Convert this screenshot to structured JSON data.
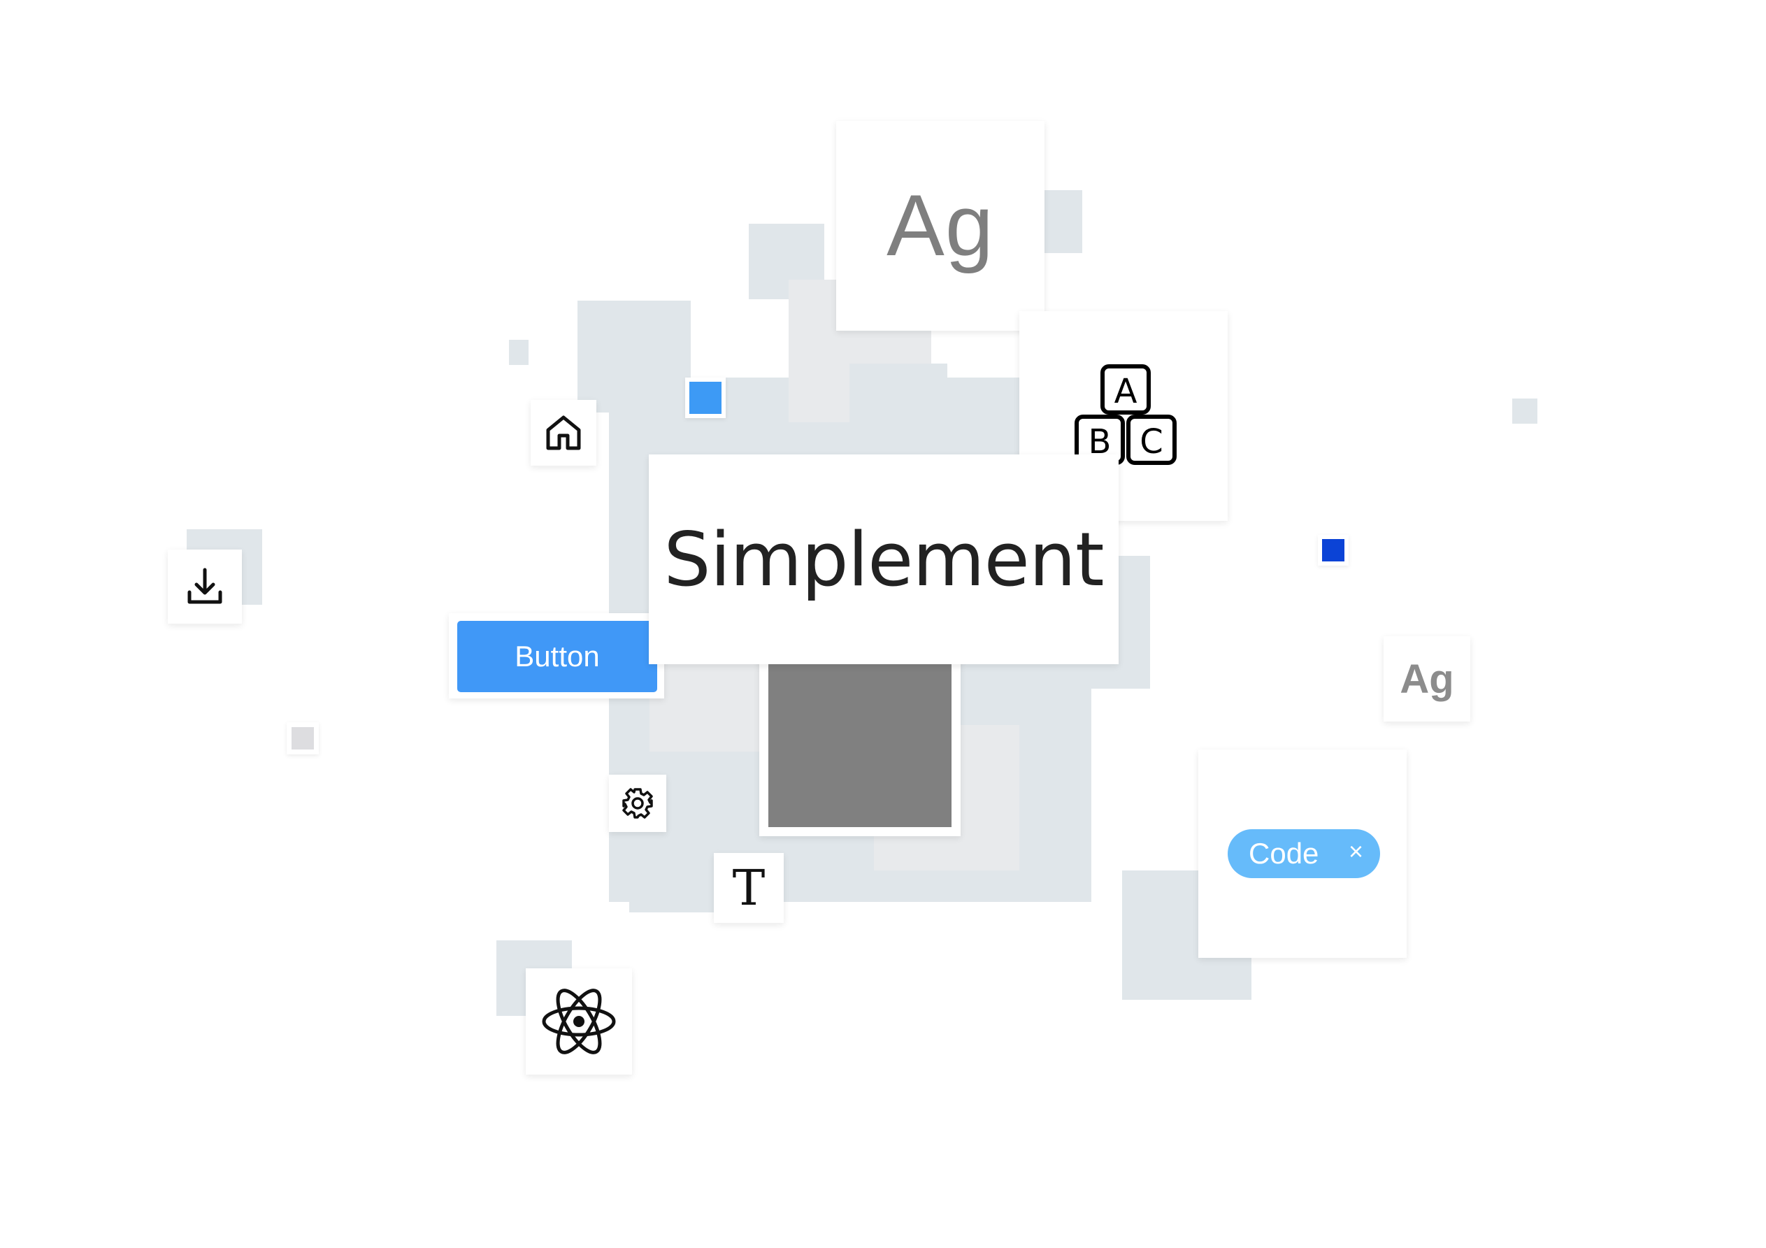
{
  "labels": {
    "ag_large": "Ag",
    "ag_small": "Ag",
    "title": "Simplement",
    "button": "Button",
    "chip": "Code",
    "chip_close": "×",
    "t_glyph": "T"
  },
  "blocks": {
    "a": "A",
    "b": "B",
    "c": "C"
  },
  "icons": [
    "home-icon",
    "download-icon",
    "settings-icon",
    "atom-icon",
    "abc-blocks-icon",
    "text-icon"
  ],
  "colors": {
    "button_blue": "#4098f7",
    "chip_blue": "#66bbfa",
    "accent_blue": "#3d9af5",
    "dark_blue": "#0b43d6",
    "preview_gray": "#808080",
    "tile_gray": "#e0e6ea"
  }
}
